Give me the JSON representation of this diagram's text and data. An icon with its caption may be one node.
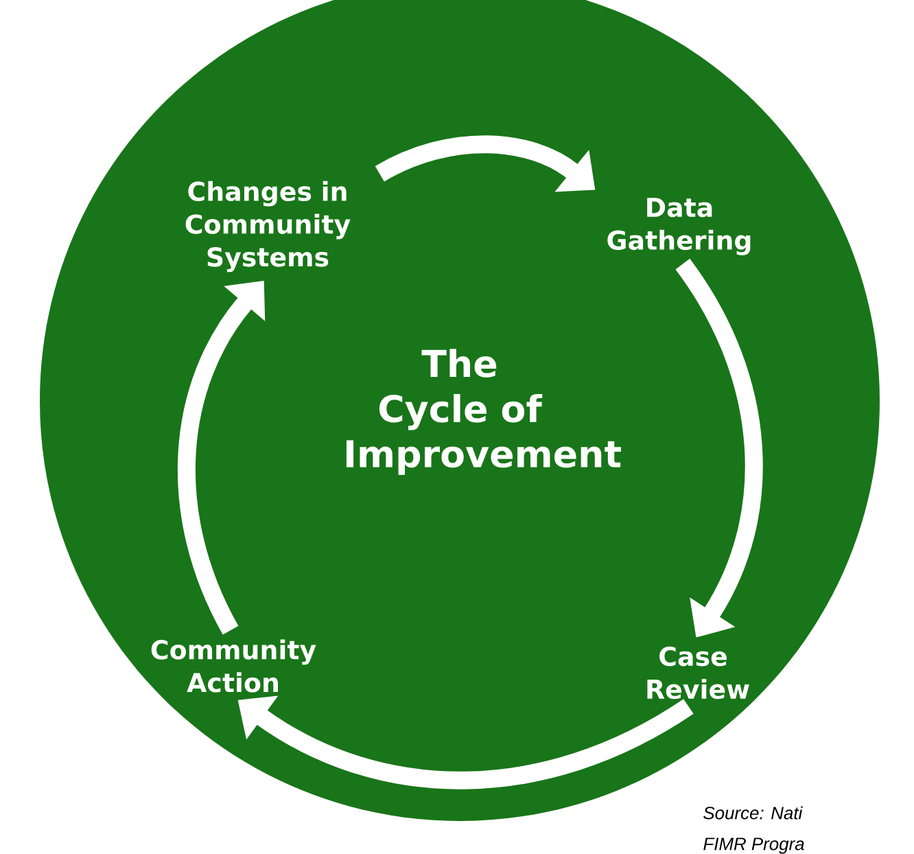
{
  "diagram": {
    "nodes": [
      {
        "text": [
          "The Cycle of Improvement"
        ]
      },
      {
        "text": [
          "Changes in Community Systems"
        ],
        "in": 0
      },
      {
        "text": [
          "Data Gathering"
        ],
        "in": 0
      },
      {
        "text": [
          "Case Review"
        ],
        "in": 0
      },
      {
        "text": [
          "Community Action"
        ],
        "in": 0
      }
    ],
    "edges": [
      {
        "from": 1,
        "to": 2,
        "arrow": "to"
      },
      {
        "from": 2,
        "to": 3,
        "arrow": "to"
      },
      {
        "from": 3,
        "to": 4,
        "arrow": "to"
      },
      {
        "from": 4,
        "to": 1,
        "arrow": "to"
      }
    ],
    "labels": [
      "Source: Nati",
      "FIMR Progra"
    ]
  }
}
